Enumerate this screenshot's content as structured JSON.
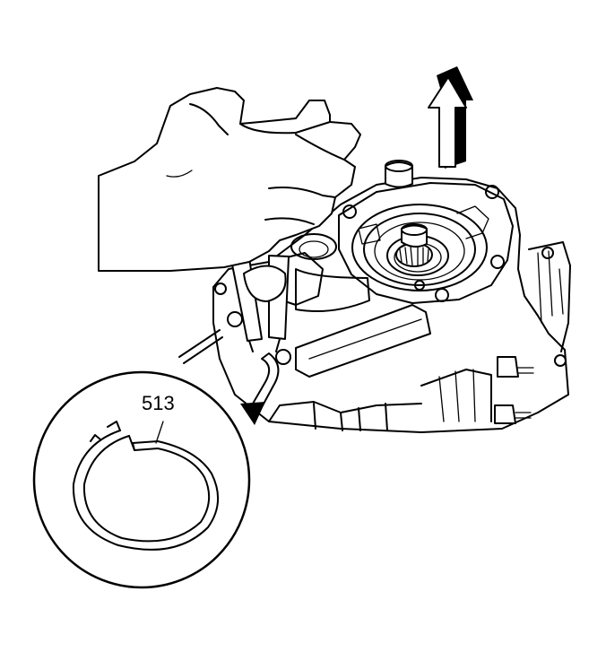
{
  "callout": {
    "label": "513"
  },
  "colors": {
    "line": "#000000",
    "background": "#ffffff"
  },
  "elements": {
    "arrow": "up-arrow-icon",
    "hand": "hand",
    "tool": "snap-ring-pliers",
    "detail": "snap-ring-detail-circle"
  }
}
